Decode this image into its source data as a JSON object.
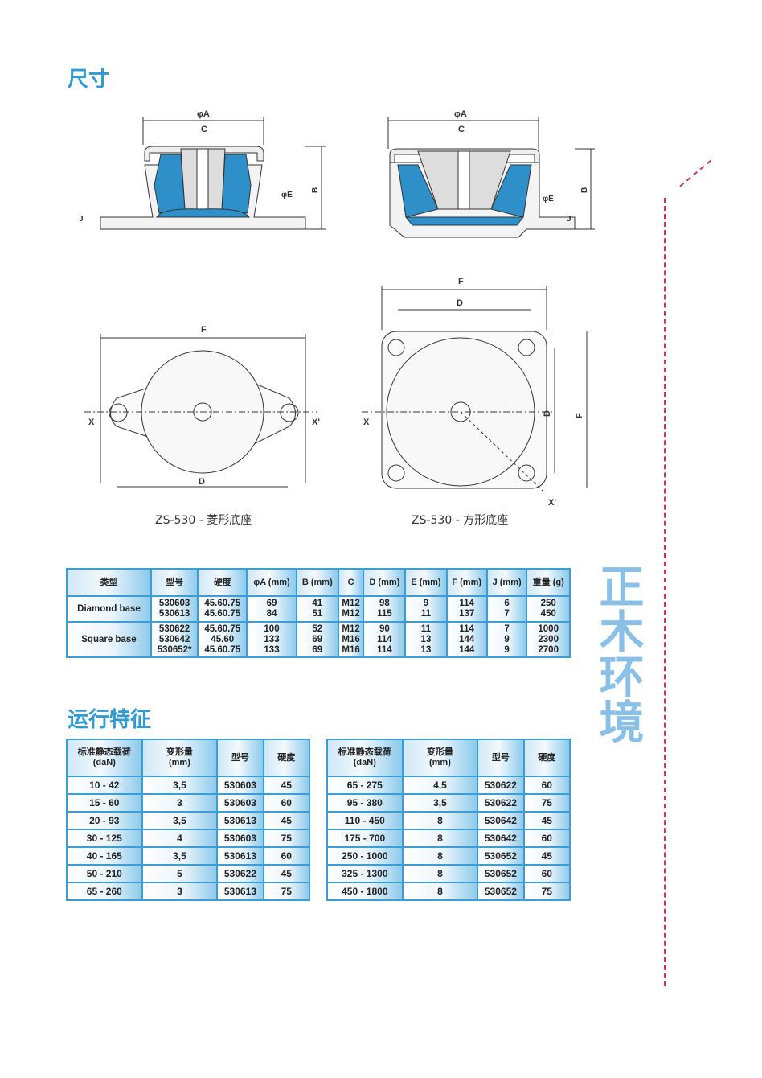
{
  "sections": {
    "dimensions_title": "尺寸",
    "operation_title": "运行特征"
  },
  "drawing_labels": {
    "phiA": "φA",
    "C": "C",
    "B": "B",
    "phiE": "φE",
    "J": "J",
    "F": "F",
    "D": "D",
    "X": "X",
    "Xp": "X'"
  },
  "captions": [
    "ZS-530 - 菱形底座",
    "ZS-530 - 方形底座"
  ],
  "watermark": "正木环境",
  "dim_table": {
    "headers": [
      "类型",
      "型号",
      "硬度",
      "φA (mm)",
      "B (mm)",
      "C",
      "D (mm)",
      "E (mm)",
      "F (mm)",
      "J (mm)",
      "重量 (g)"
    ],
    "groups": [
      {
        "type": "Diamond base",
        "models": "530603\n530613",
        "hardness": "45.60.75\n45.60.75",
        "A": "69\n84",
        "B": "41\n51",
        "C": "M12\nM12",
        "D": "98\n115",
        "E": "9\n11",
        "F": "114\n137",
        "J": "6\n7",
        "weight": "250\n450"
      },
      {
        "type": "Square base",
        "models": "530622\n530642\n530652*",
        "hardness": "45.60.75\n45.60\n45.60.75",
        "A": "100\n133\n133",
        "B": "52\n69\n69",
        "C": "M12\nM16\nM16",
        "D": "90\n114\n114",
        "E": "11\n13\n13",
        "F": "114\n144\n144",
        "J": "7\n9\n9",
        "weight": "1000\n2300\n2700"
      }
    ]
  },
  "op_tables": [
    {
      "headers": [
        "标准静态载荷\n(daN)",
        "变形量\n(mm)",
        "型号",
        "硬度"
      ],
      "rows": [
        [
          "10 - 42",
          "3,5",
          "530603",
          "45"
        ],
        [
          "15 - 60",
          "3",
          "530603",
          "60"
        ],
        [
          "20 - 93",
          "3,5",
          "530613",
          "45"
        ],
        [
          "30 - 125",
          "4",
          "530603",
          "75"
        ],
        [
          "40 - 165",
          "3,5",
          "530613",
          "60"
        ],
        [
          "50 - 210",
          "5",
          "530622",
          "45"
        ],
        [
          "65 - 260",
          "3",
          "530613",
          "75"
        ]
      ]
    },
    {
      "headers": [
        "标准静态载荷\n(daN)",
        "变形量\n(mm)",
        "型号",
        "硬度"
      ],
      "rows": [
        [
          "65 - 275",
          "4,5",
          "530622",
          "60"
        ],
        [
          "95 - 380",
          "3,5",
          "530622",
          "75"
        ],
        [
          "110 - 450",
          "8",
          "530642",
          "45"
        ],
        [
          "175 - 700",
          "8",
          "530642",
          "60"
        ],
        [
          "250 - 1000",
          "8",
          "530652",
          "45"
        ],
        [
          "325 - 1300",
          "8",
          "530652",
          "60"
        ],
        [
          "450 - 1800",
          "8",
          "530652",
          "75"
        ]
      ]
    }
  ],
  "colors": {
    "accent": "#2f9ad4",
    "rubber": "#2f8fc9",
    "dash": "#c8385a"
  }
}
